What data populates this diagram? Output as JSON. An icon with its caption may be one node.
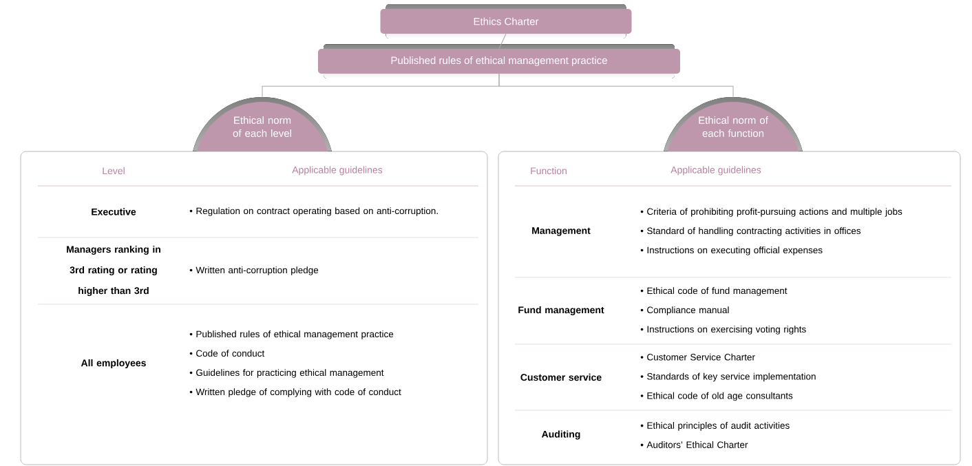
{
  "diagram": {
    "nodes": [
      {
        "text": [
          "Ethics Charter"
        ]
      },
      {
        "text": [
          "Published rules of ethical management practice"
        ]
      },
      {
        "text": [
          "Ethical norm of each level"
        ]
      },
      {
        "text": [
          "Ethical norm of each function"
        ]
      }
    ],
    "edges": [
      {
        "from": 0,
        "to": 1,
        "arrow": "none"
      },
      {
        "from": 1,
        "to": 2,
        "arrow": "none"
      },
      {
        "from": 1,
        "to": 3,
        "arrow": "none"
      }
    ],
    "labels": [
      "Level",
      "Applicable guidelines",
      "Executive",
      "• Regulation on contract operating based on anti-corruption.",
      "Managers ranking in 3rd rating or rating higher than 3rd",
      "• Written anti-corruption pledge",
      "All employees",
      "• Published rules of ethical management practice",
      "• Code of conduct",
      "• Guidelines for practicing ethical management",
      "• Written pledge of complying with code of conduct",
      "Function",
      "Applicable guidelines",
      "Management",
      "• Criteria of prohibiting profit-pursuing actions and multiple jobs",
      "• Standard of handling contracting activities in offices",
      "• Instructions on executing official expenses",
      "Fund management",
      "• Ethical code of fund management",
      "• Compliance manual",
      "• Instructions on exercising voting rights",
      "Customer service",
      "• Customer Service Charter",
      "• Standards of key service implementation",
      "• Ethical code of old age consultants",
      "Auditing",
      "• Ethical principles of audit activities",
      "• Auditors’ Ethical Charter"
    ]
  }
}
